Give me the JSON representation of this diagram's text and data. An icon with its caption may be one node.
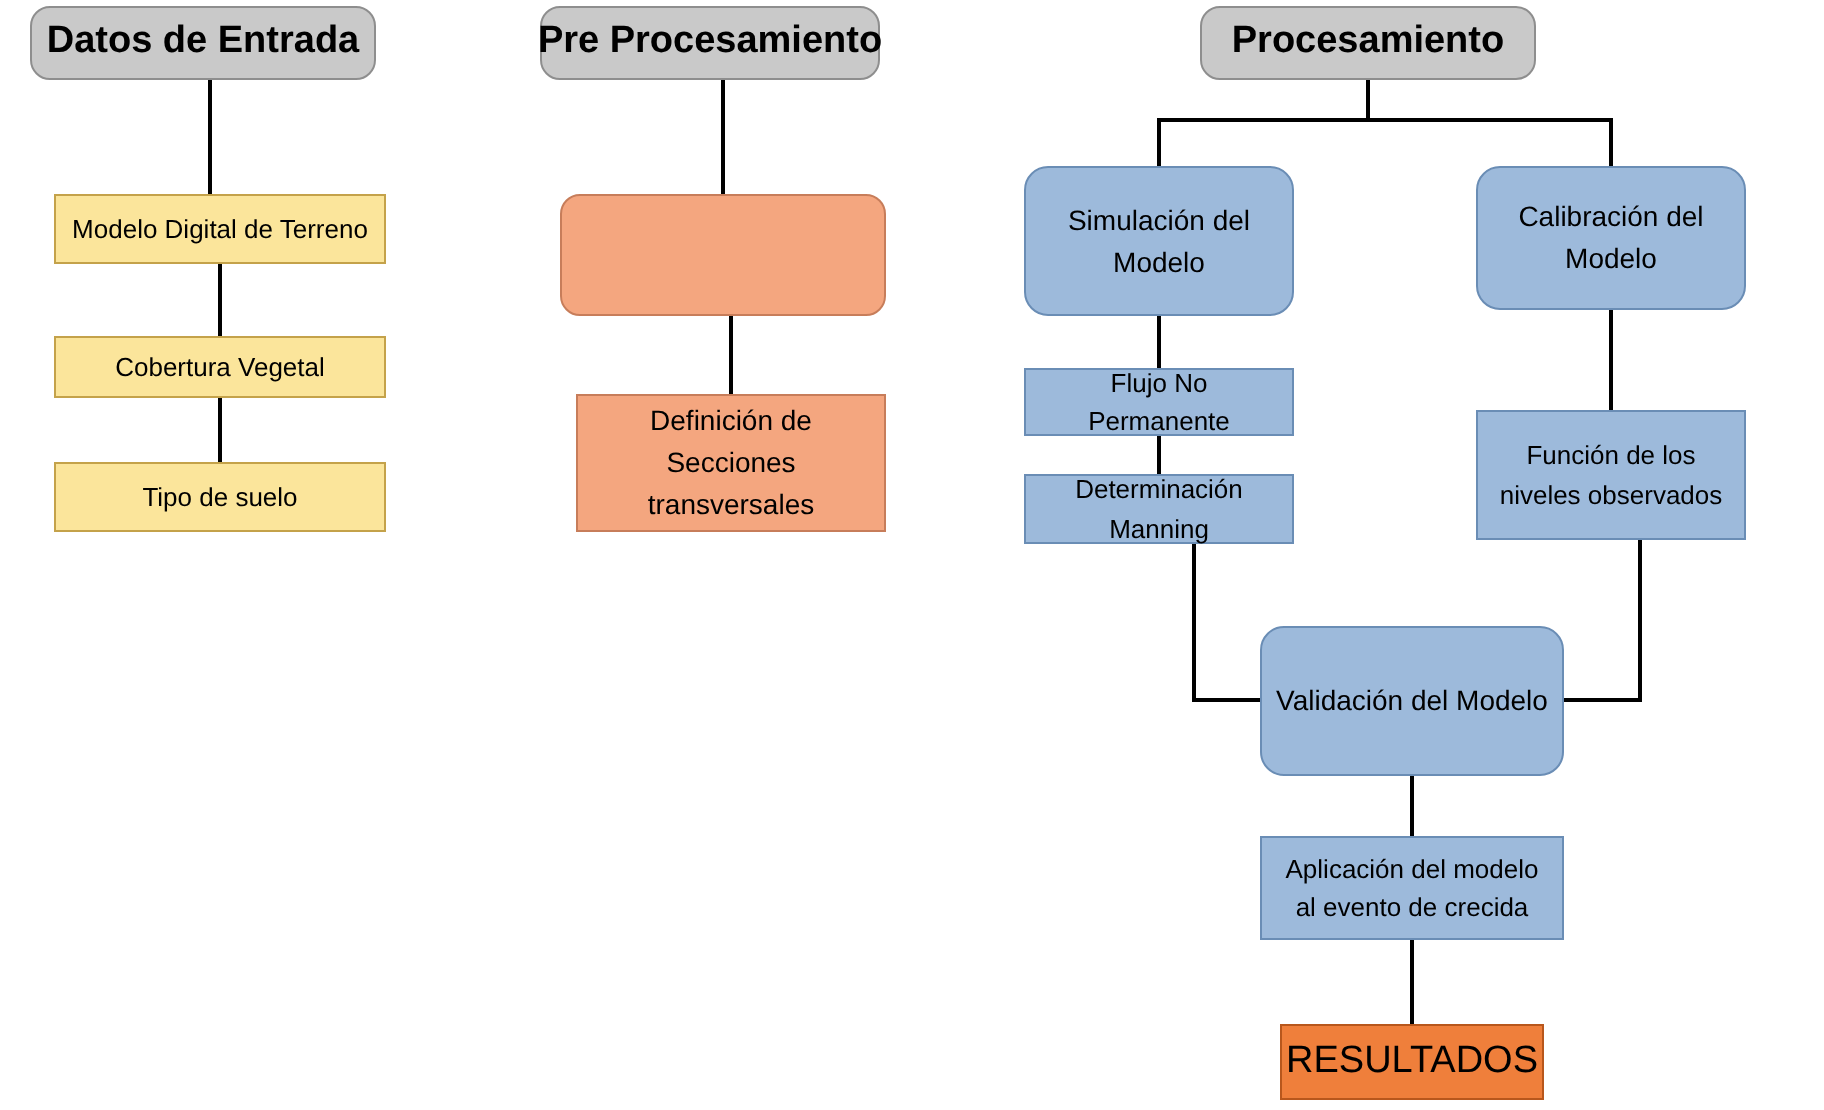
{
  "diagram": {
    "nodes": [
      {
        "text": [
          "Datos de Entrada"
        ]
      },
      {
        "text": [
          "Modelo Digital de Terreno"
        ]
      },
      {
        "text": [
          "Cobertura Vegetal"
        ]
      },
      {
        "text": [
          "Tipo de suelo"
        ]
      },
      {
        "text": [
          "Pre Procesamiento"
        ]
      },
      {
        "text": [],
        "shape": "box"
      },
      {
        "text": [
          "Definición de Secciones transversales"
        ]
      },
      {
        "text": [
          "Procesamiento"
        ]
      },
      {
        "text": [
          "Simulación del Modelo"
        ]
      },
      {
        "text": [
          "Calibración del Modelo"
        ]
      },
      {
        "text": [
          "Flujo No Permanente"
        ]
      },
      {
        "text": [
          "Determinación Manning"
        ]
      },
      {
        "text": [
          "Función de los niveles observados"
        ]
      },
      {
        "text": [
          "Validación del Modelo"
        ]
      },
      {
        "text": [
          "Aplicación del modelo al evento de crecida"
        ]
      },
      {
        "text": [
          "RESULTADOS"
        ]
      }
    ],
    "edges": [
      {
        "from": 0,
        "to": 1,
        "arrow": "none"
      },
      {
        "from": 1,
        "to": 2,
        "arrow": "none"
      },
      {
        "from": 2,
        "to": 3,
        "arrow": "none"
      },
      {
        "from": 4,
        "to": 5,
        "arrow": "none"
      },
      {
        "from": 5,
        "to": 6,
        "arrow": "none"
      },
      {
        "from": 7,
        "to": 8,
        "arrow": "none"
      },
      {
        "from": 7,
        "to": 9,
        "arrow": "none"
      },
      {
        "from": 8,
        "to": 10,
        "arrow": "none"
      },
      {
        "from": 10,
        "to": 11,
        "arrow": "none"
      },
      {
        "from": 9,
        "to": 12,
        "arrow": "none"
      },
      {
        "from": 11,
        "to": 13,
        "arrow": "none"
      },
      {
        "from": 12,
        "to": 13,
        "arrow": "none"
      },
      {
        "from": 13,
        "to": 14,
        "arrow": "none"
      },
      {
        "from": 14,
        "to": 15,
        "arrow": "none"
      }
    ]
  }
}
